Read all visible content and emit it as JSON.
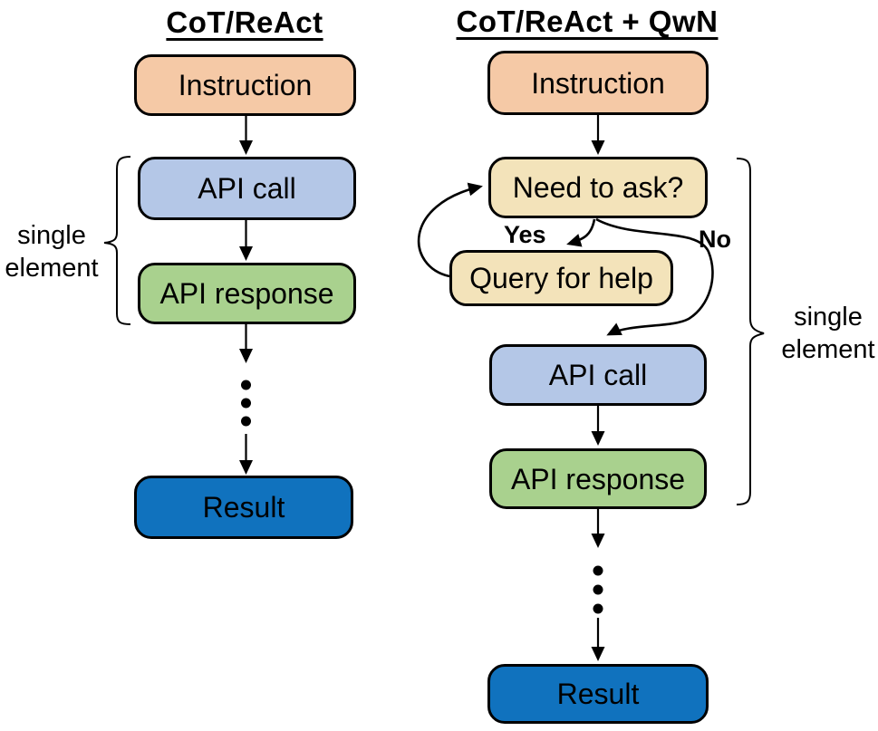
{
  "left_flow": {
    "title": "CoT/ReAct",
    "nodes": {
      "instruction": "Instruction",
      "api_call": "API call",
      "api_response": "API response",
      "result": "Result"
    },
    "bracket_label": {
      "line1": "single",
      "line2": "element"
    }
  },
  "right_flow": {
    "title": "CoT/ReAct + QwN",
    "nodes": {
      "instruction": "Instruction",
      "need_to_ask": "Need to ask?",
      "query_for_help": "Query for help",
      "api_call": "API call",
      "api_response": "API response",
      "result": "Result"
    },
    "edge_labels": {
      "yes": "Yes",
      "no": "No"
    },
    "bracket_label": {
      "line1": "single",
      "line2": "element"
    }
  },
  "colors": {
    "instruction_fill": "#F5C9A6",
    "decision_fill": "#F3E3BA",
    "api_call_fill": "#B4C7E7",
    "api_response_fill": "#A9D18E",
    "result_fill": "#1072BE",
    "outline": "#000000",
    "arrow": "#000000"
  }
}
